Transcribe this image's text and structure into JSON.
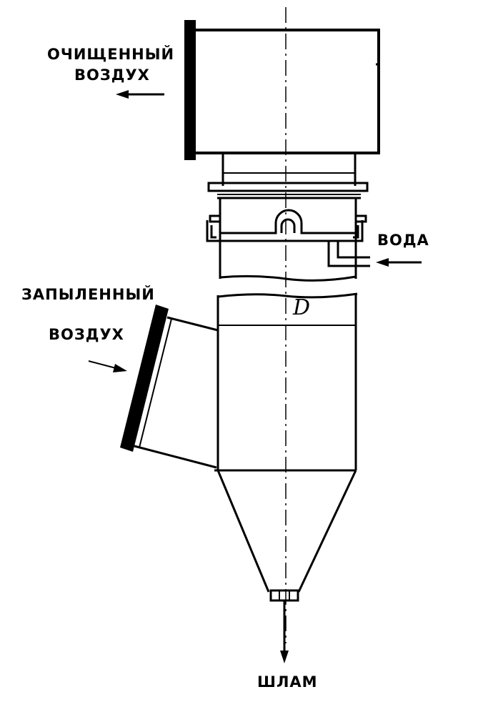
{
  "labels": {
    "clean_air": [
      "ОЧИЩЕННЫЙ",
      "ВОЗДУХ"
    ],
    "dusty_air": [
      "ЗАПЫЛЕННЫЙ",
      "ВОЗДУХ"
    ],
    "water": "ВОДА",
    "sludge": "ШЛАМ",
    "diameter": "D"
  }
}
